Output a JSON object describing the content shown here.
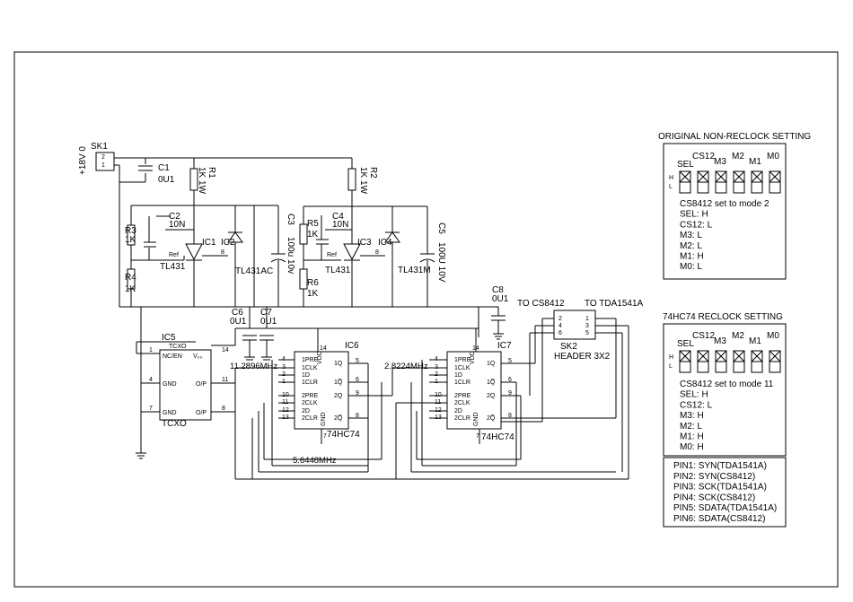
{
  "connector_sk1": {
    "ref": "SK1",
    "supply": "+18V  0",
    "pin2": "2",
    "pin1": "1"
  },
  "c1": {
    "ref": "C1",
    "value": "0U1"
  },
  "r1": {
    "ref": "R1",
    "value": "1K 1W"
  },
  "r2": {
    "ref": "R2",
    "value": "1K 1W"
  },
  "c2": {
    "ref": "C2",
    "value": "10N"
  },
  "r3": {
    "ref": "R3",
    "value": "1K"
  },
  "r4": {
    "ref": "R4",
    "value": "1K"
  },
  "ic1": {
    "ref": "IC1",
    "part": "TL431",
    "ref_pin": "Ref",
    "pin8": "8"
  },
  "ic2": {
    "ref": "IC2",
    "part": "TL431AC"
  },
  "c3": {
    "ref": "C3",
    "value": "100u 10v"
  },
  "r5": {
    "ref": "R5",
    "value": "1K"
  },
  "c4": {
    "ref": "C4",
    "value": "10N"
  },
  "r6": {
    "ref": "R6",
    "value": "1K"
  },
  "ic3": {
    "ref": "IC3",
    "part": "TL431",
    "ref_pin": "Ref",
    "pin8": "8"
  },
  "ic4": {
    "ref": "IC4",
    "part": "TL431M"
  },
  "c5": {
    "ref": "C5",
    "value": "100U 10V"
  },
  "c6": {
    "ref": "C6",
    "value": "0U1"
  },
  "c7": {
    "ref": "C7",
    "value": "0U1"
  },
  "c8": {
    "ref": "C8",
    "value": "0U1"
  },
  "ic5": {
    "ref": "IC5",
    "part": "TCXO",
    "label": "TCXO",
    "pins": {
      "nc_en": "NC/EN",
      "vdd": "V₀₀",
      "gnd1": "GND",
      "op1": "O/P",
      "gnd2": "GND",
      "op2": "O/P"
    },
    "pin_numbers": [
      "1",
      "14",
      "4",
      "11",
      "7",
      "8"
    ]
  },
  "ic6": {
    "ref": "IC6",
    "part": "74HC74"
  },
  "ic7": {
    "ref": "IC7",
    "part": "74HC74"
  },
  "flipflop_pins": {
    "prl1": "1PRE",
    "clk1": "1CLK",
    "d1": "1D",
    "clr1": "1CLR",
    "prl2": "2PRE",
    "clk2": "2CLK",
    "d2": "2D",
    "clr2": "2CLR",
    "q1": "1Q",
    "nq1": "1Q̅",
    "q2": "2Q",
    "nq2": "2Q̅",
    "vdd": "VDD",
    "gnd": "GND"
  },
  "flipflop_pin_numbers": {
    "left": [
      "4",
      "3",
      "2",
      "1",
      "10",
      "11",
      "12",
      "13"
    ],
    "right": [
      "5",
      "6",
      "9",
      "8"
    ],
    "vdd": "14",
    "gnd": "7"
  },
  "frequencies": {
    "f1": "11.2896MHz",
    "f2": "2.8224MHz",
    "f3": "5.6448MHz"
  },
  "sk2": {
    "ref": "SK2",
    "part": "HEADER 3X2",
    "left_pins": [
      "2",
      "4",
      "6"
    ],
    "right_pins": [
      "1",
      "3",
      "5"
    ]
  },
  "destinations": {
    "to_cs8412": "TO CS8412",
    "to_tda1541a": "TO TDA1541A"
  },
  "setting1": {
    "title": "ORIGINAL NON-RECLOCK SETTING",
    "columns": [
      "SEL",
      "CS12",
      "M3",
      "M2",
      "M1",
      "M0"
    ],
    "h": "H",
    "l": "L",
    "lines": [
      "CS8412 set to mode 2",
      "SEL: H",
      "CS12: L",
      "M3: L",
      "M2: L",
      "M1: H",
      "M0: L"
    ]
  },
  "setting2": {
    "title": "74HC74 RECLOCK SETTING",
    "columns": [
      "SEL",
      "CS12",
      "M3",
      "M2",
      "M1",
      "M0"
    ],
    "h": "H",
    "l": "L",
    "lines": [
      "CS8412 set to mode 11",
      "SEL: H",
      "CS12: L",
      "M3: H",
      "M2: L",
      "M1: H",
      "M0: H"
    ]
  },
  "pin_list": [
    "PIN1: SYN(TDA1541A)",
    "PIN2: SYN(CS8412)",
    "PIN3: SCK(TDA1541A)",
    "PIN4: SCK(CS8412)",
    "PIN5: SDATA(TDA1541A)",
    "PIN6: SDATA(CS8412)"
  ]
}
